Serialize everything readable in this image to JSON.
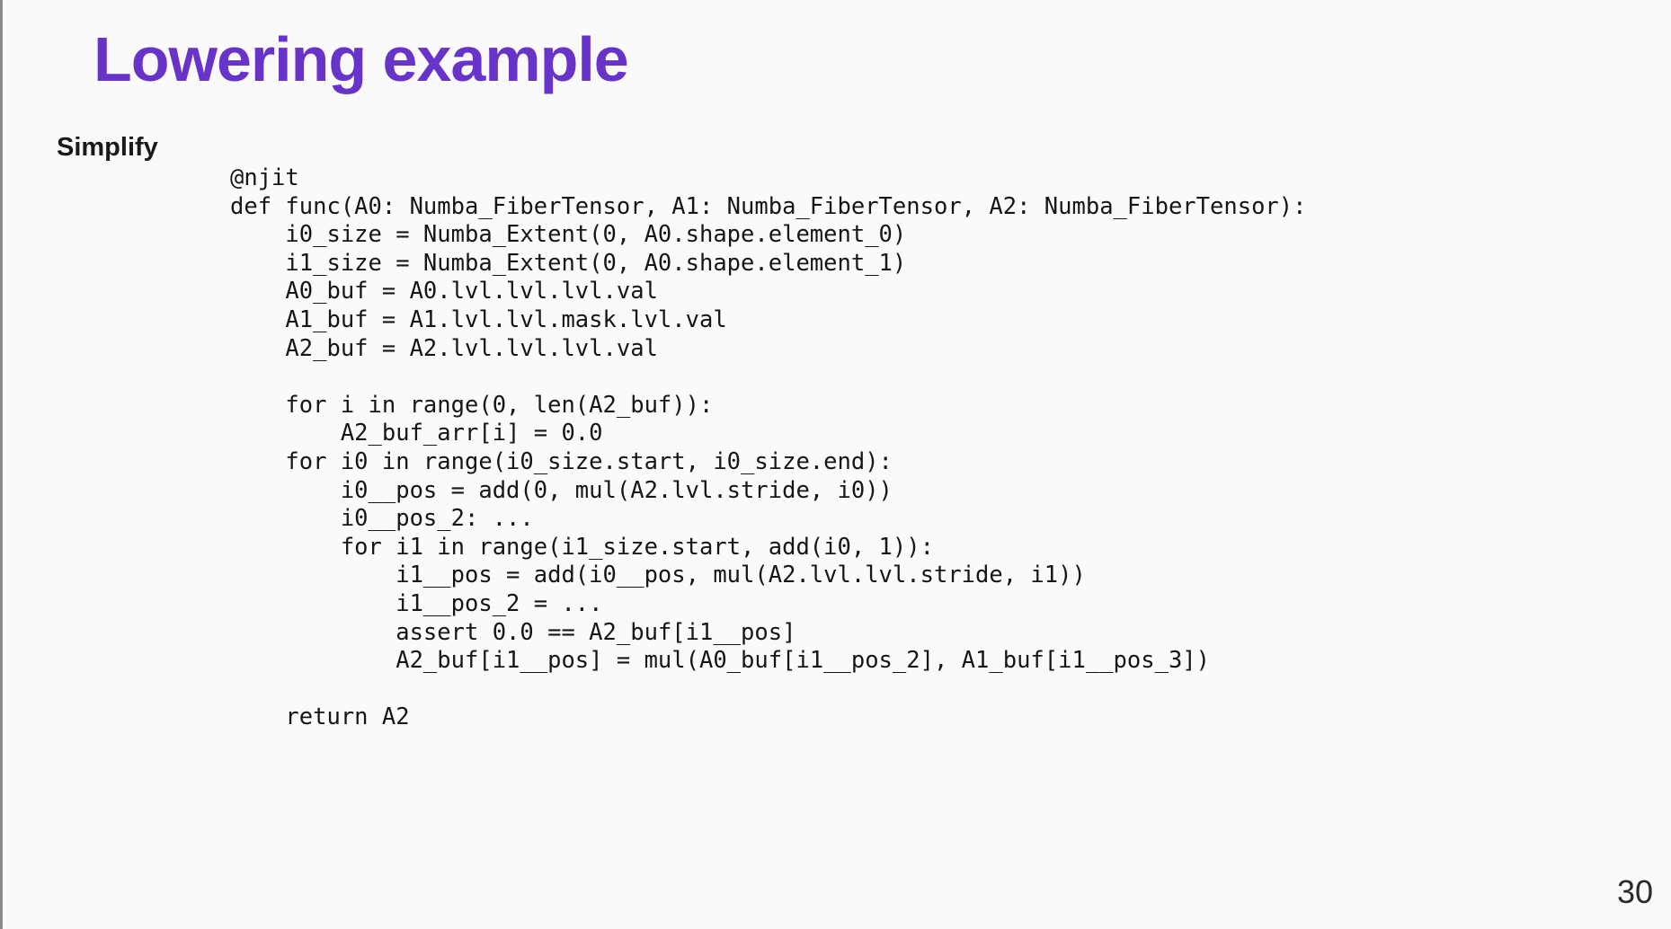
{
  "slide": {
    "title": "Lowering example",
    "section_label": "Simplify",
    "page_number": "30",
    "colors": {
      "title_accent": "#6833c9",
      "background": "#fafafa",
      "left_border": "#8a8a8a",
      "code_text": "#161616"
    },
    "code": {
      "language": "python",
      "lines": [
        "@njit",
        "def func(A0: Numba_FiberTensor, A1: Numba_FiberTensor, A2: Numba_FiberTensor):",
        "    i0_size = Numba_Extent(0, A0.shape.element_0)",
        "    i1_size = Numba_Extent(0, A0.shape.element_1)",
        "    A0_buf = A0.lvl.lvl.lvl.val",
        "    A1_buf = A1.lvl.lvl.mask.lvl.val",
        "    A2_buf = A2.lvl.lvl.lvl.val",
        "",
        "    for i in range(0, len(A2_buf)):",
        "        A2_buf_arr[i] = 0.0",
        "    for i0 in range(i0_size.start, i0_size.end):",
        "        i0__pos = add(0, mul(A2.lvl.stride, i0))",
        "        i0__pos_2: ...",
        "        for i1 in range(i1_size.start, add(i0, 1)):",
        "            i1__pos = add(i0__pos, mul(A2.lvl.lvl.stride, i1))",
        "            i1__pos_2 = ...",
        "            assert 0.0 == A2_buf[i1__pos]",
        "            A2_buf[i1__pos] = mul(A0_buf[i1__pos_2], A1_buf[i1__pos_3])",
        "",
        "    return A2"
      ]
    }
  }
}
